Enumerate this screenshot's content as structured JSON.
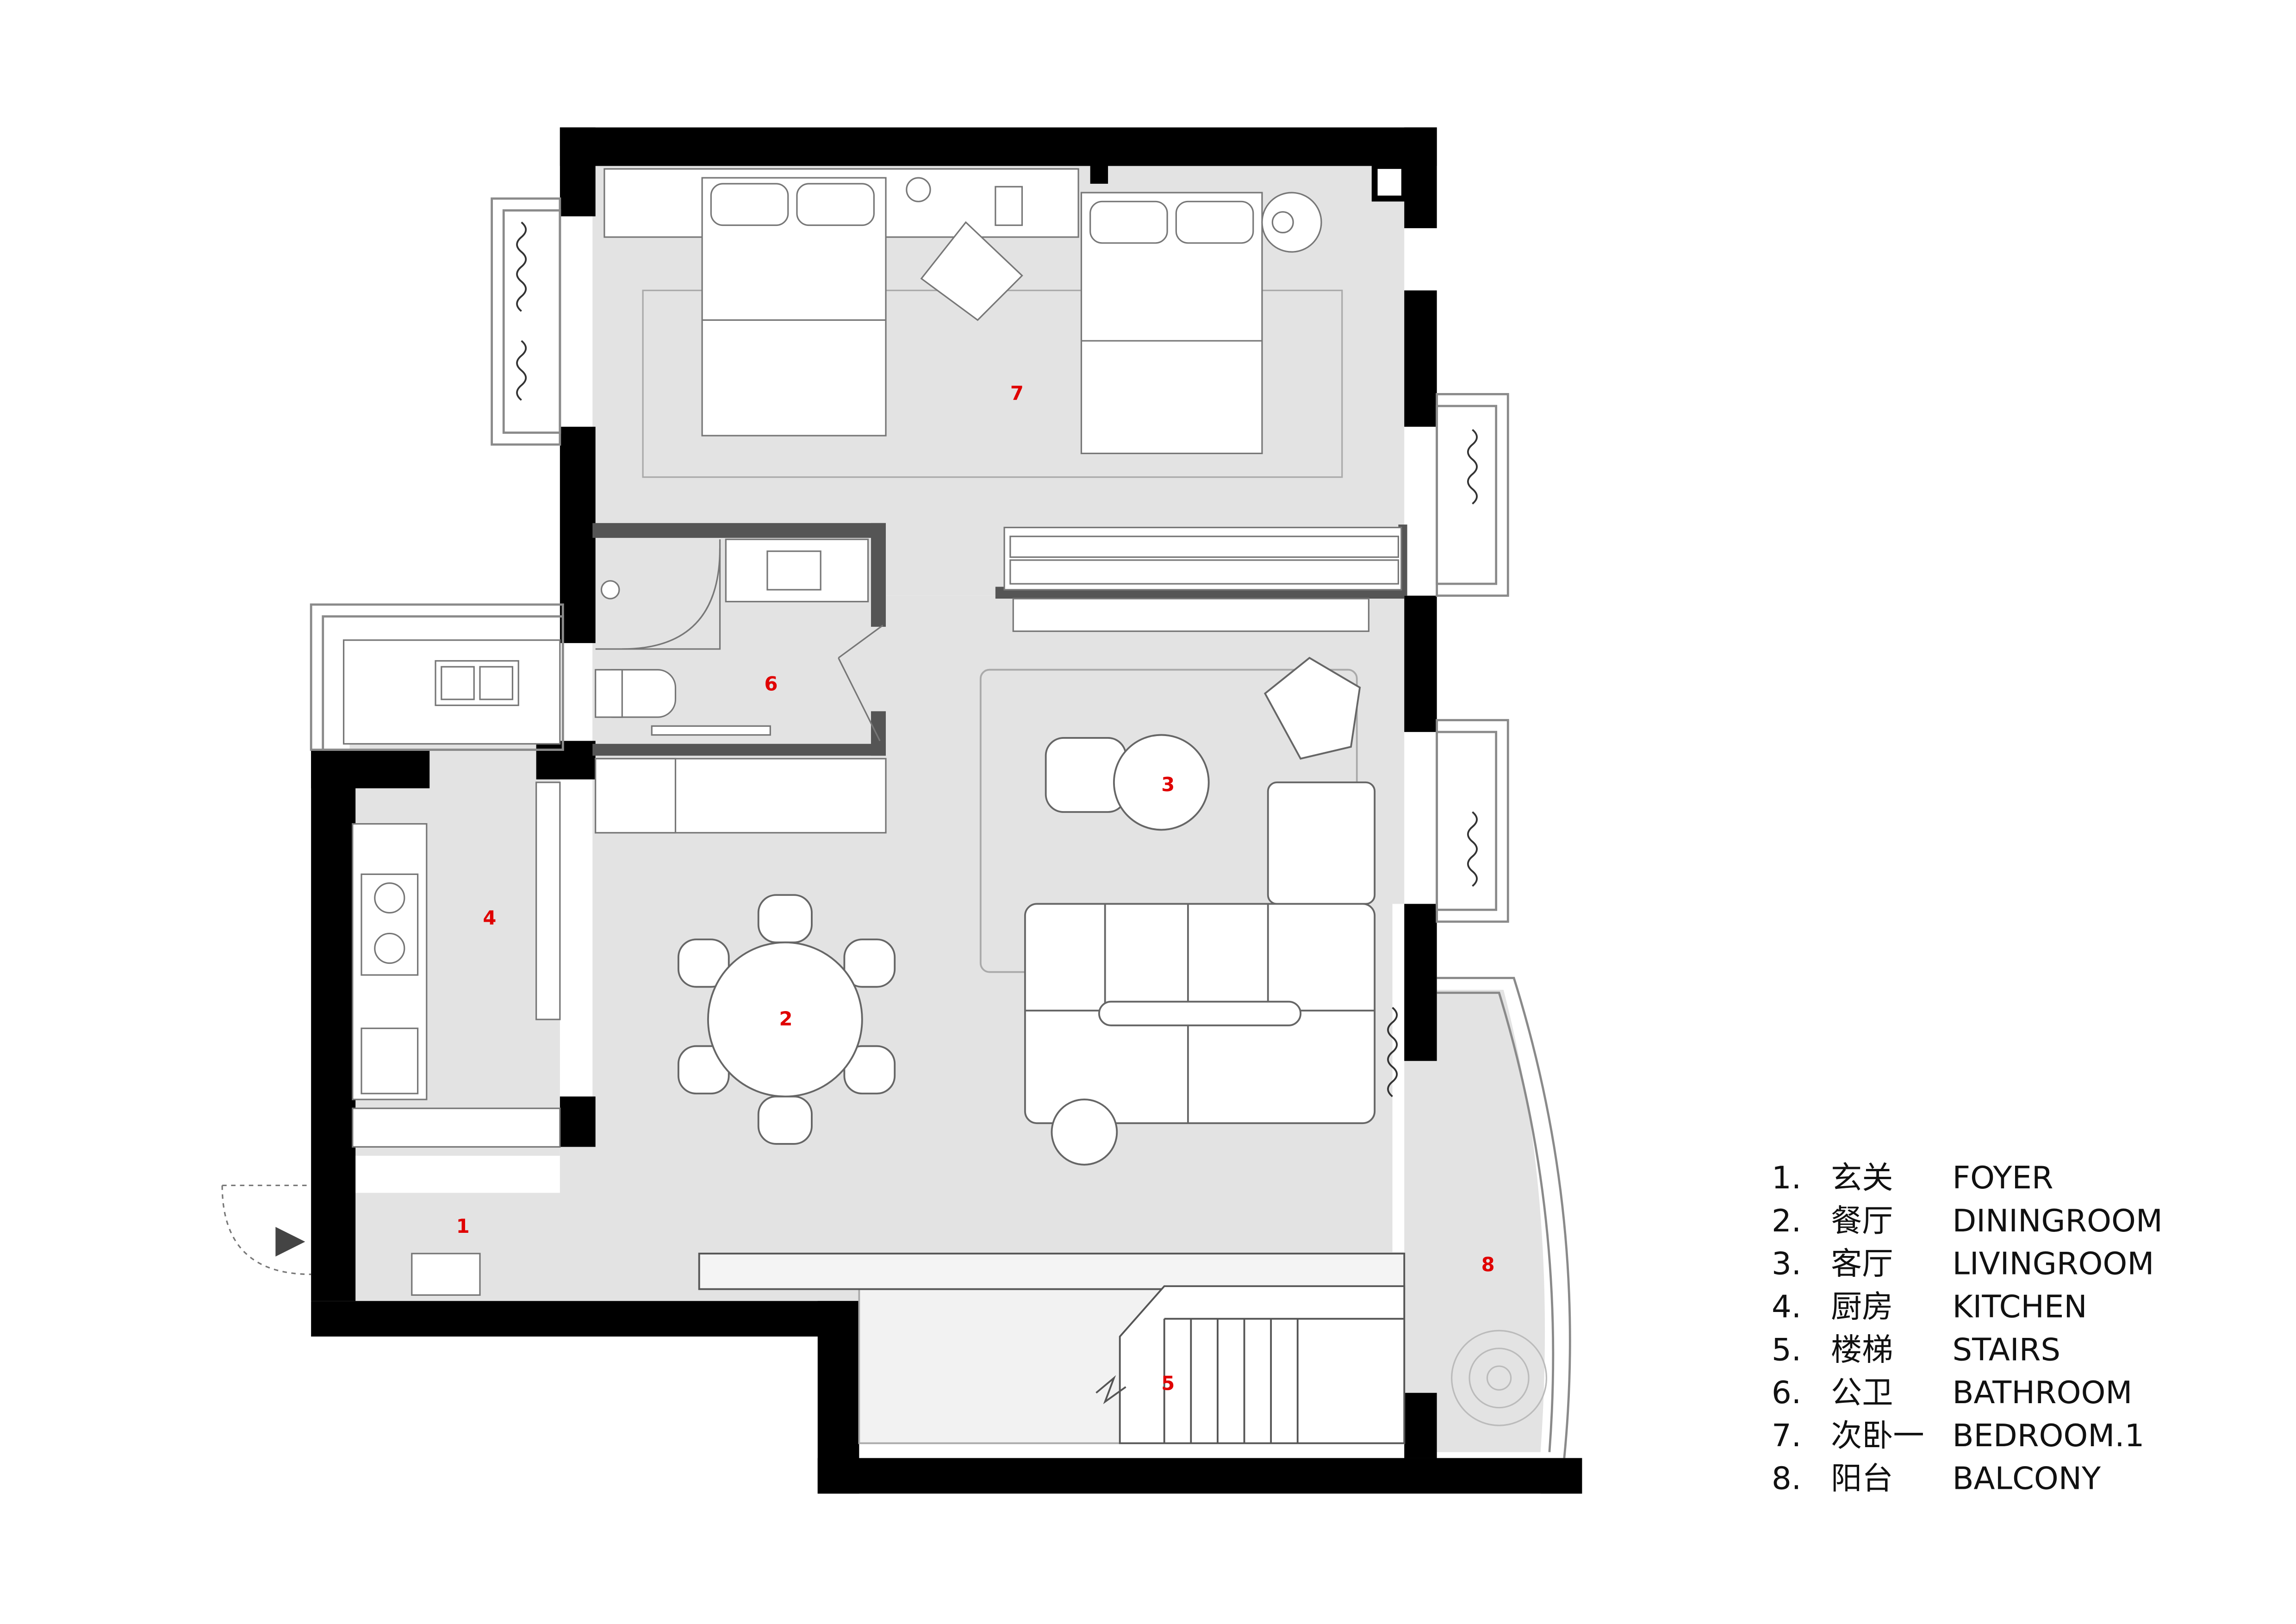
{
  "colors": {
    "wall": "#000000",
    "floor": "#e3e3e3",
    "furniture": "#ffffff",
    "line": "#9a9a9a",
    "label": "#e00000"
  },
  "rooms": [
    {
      "num": "1",
      "cn": "玄关",
      "en": "FOYER"
    },
    {
      "num": "2",
      "cn": "餐厅",
      "en": "DININGROOM"
    },
    {
      "num": "3",
      "cn": "客厅",
      "en": "LIVINGROOM"
    },
    {
      "num": "4",
      "cn": "厨房",
      "en": "KITCHEN"
    },
    {
      "num": "5",
      "cn": "楼梯",
      "en": "STAIRS"
    },
    {
      "num": "6",
      "cn": "公卫",
      "en": "BATHROOM"
    },
    {
      "num": "7",
      "cn": "次卧一",
      "en": "BEDROOM.1"
    },
    {
      "num": "8",
      "cn": "阳台",
      "en": "BALCONY"
    }
  ],
  "legend": [
    {
      "index": "1.",
      "cn": "玄关",
      "en": "FOYER"
    },
    {
      "index": "2.",
      "cn": "餐厅",
      "en": "DININGROOM"
    },
    {
      "index": "3.",
      "cn": "客厅",
      "en": "LIVINGROOM"
    },
    {
      "index": "4.",
      "cn": "厨房",
      "en": "KITCHEN"
    },
    {
      "index": "5.",
      "cn": "楼梯",
      "en": "STAIRS"
    },
    {
      "index": "6.",
      "cn": "公卫",
      "en": "BATHROOM"
    },
    {
      "index": "7.",
      "cn": "次卧一",
      "en": "BEDROOM.1"
    },
    {
      "index": "8.",
      "cn": "阳台",
      "en": "BALCONY"
    }
  ]
}
